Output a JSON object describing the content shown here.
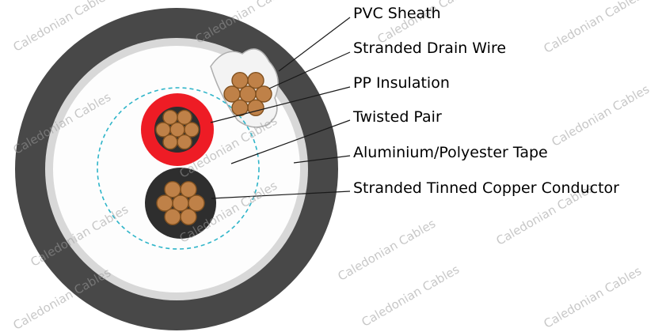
{
  "watermark": "Caledonian Cables",
  "labels": [
    "PVC Sheath",
    "Stranded Drain Wire",
    "PP Insulation",
    "Twisted Pair",
    "Aluminium/Polyester Tape",
    "Stranded Tinned Copper Conductor"
  ],
  "colors": {
    "sheath": "#484848",
    "tape_ring": "#d8d8d8",
    "inner": "#fdfdfd",
    "dashed": "#2fb5c9",
    "red_ins": "#ee1c25",
    "black_ins": "#2e2e2e",
    "copper": "#bf8148",
    "copper_edge": "#80501f",
    "line": "#1a1a1a",
    "label_color": "#000000",
    "watermark_color": "#9b9b9b"
  }
}
